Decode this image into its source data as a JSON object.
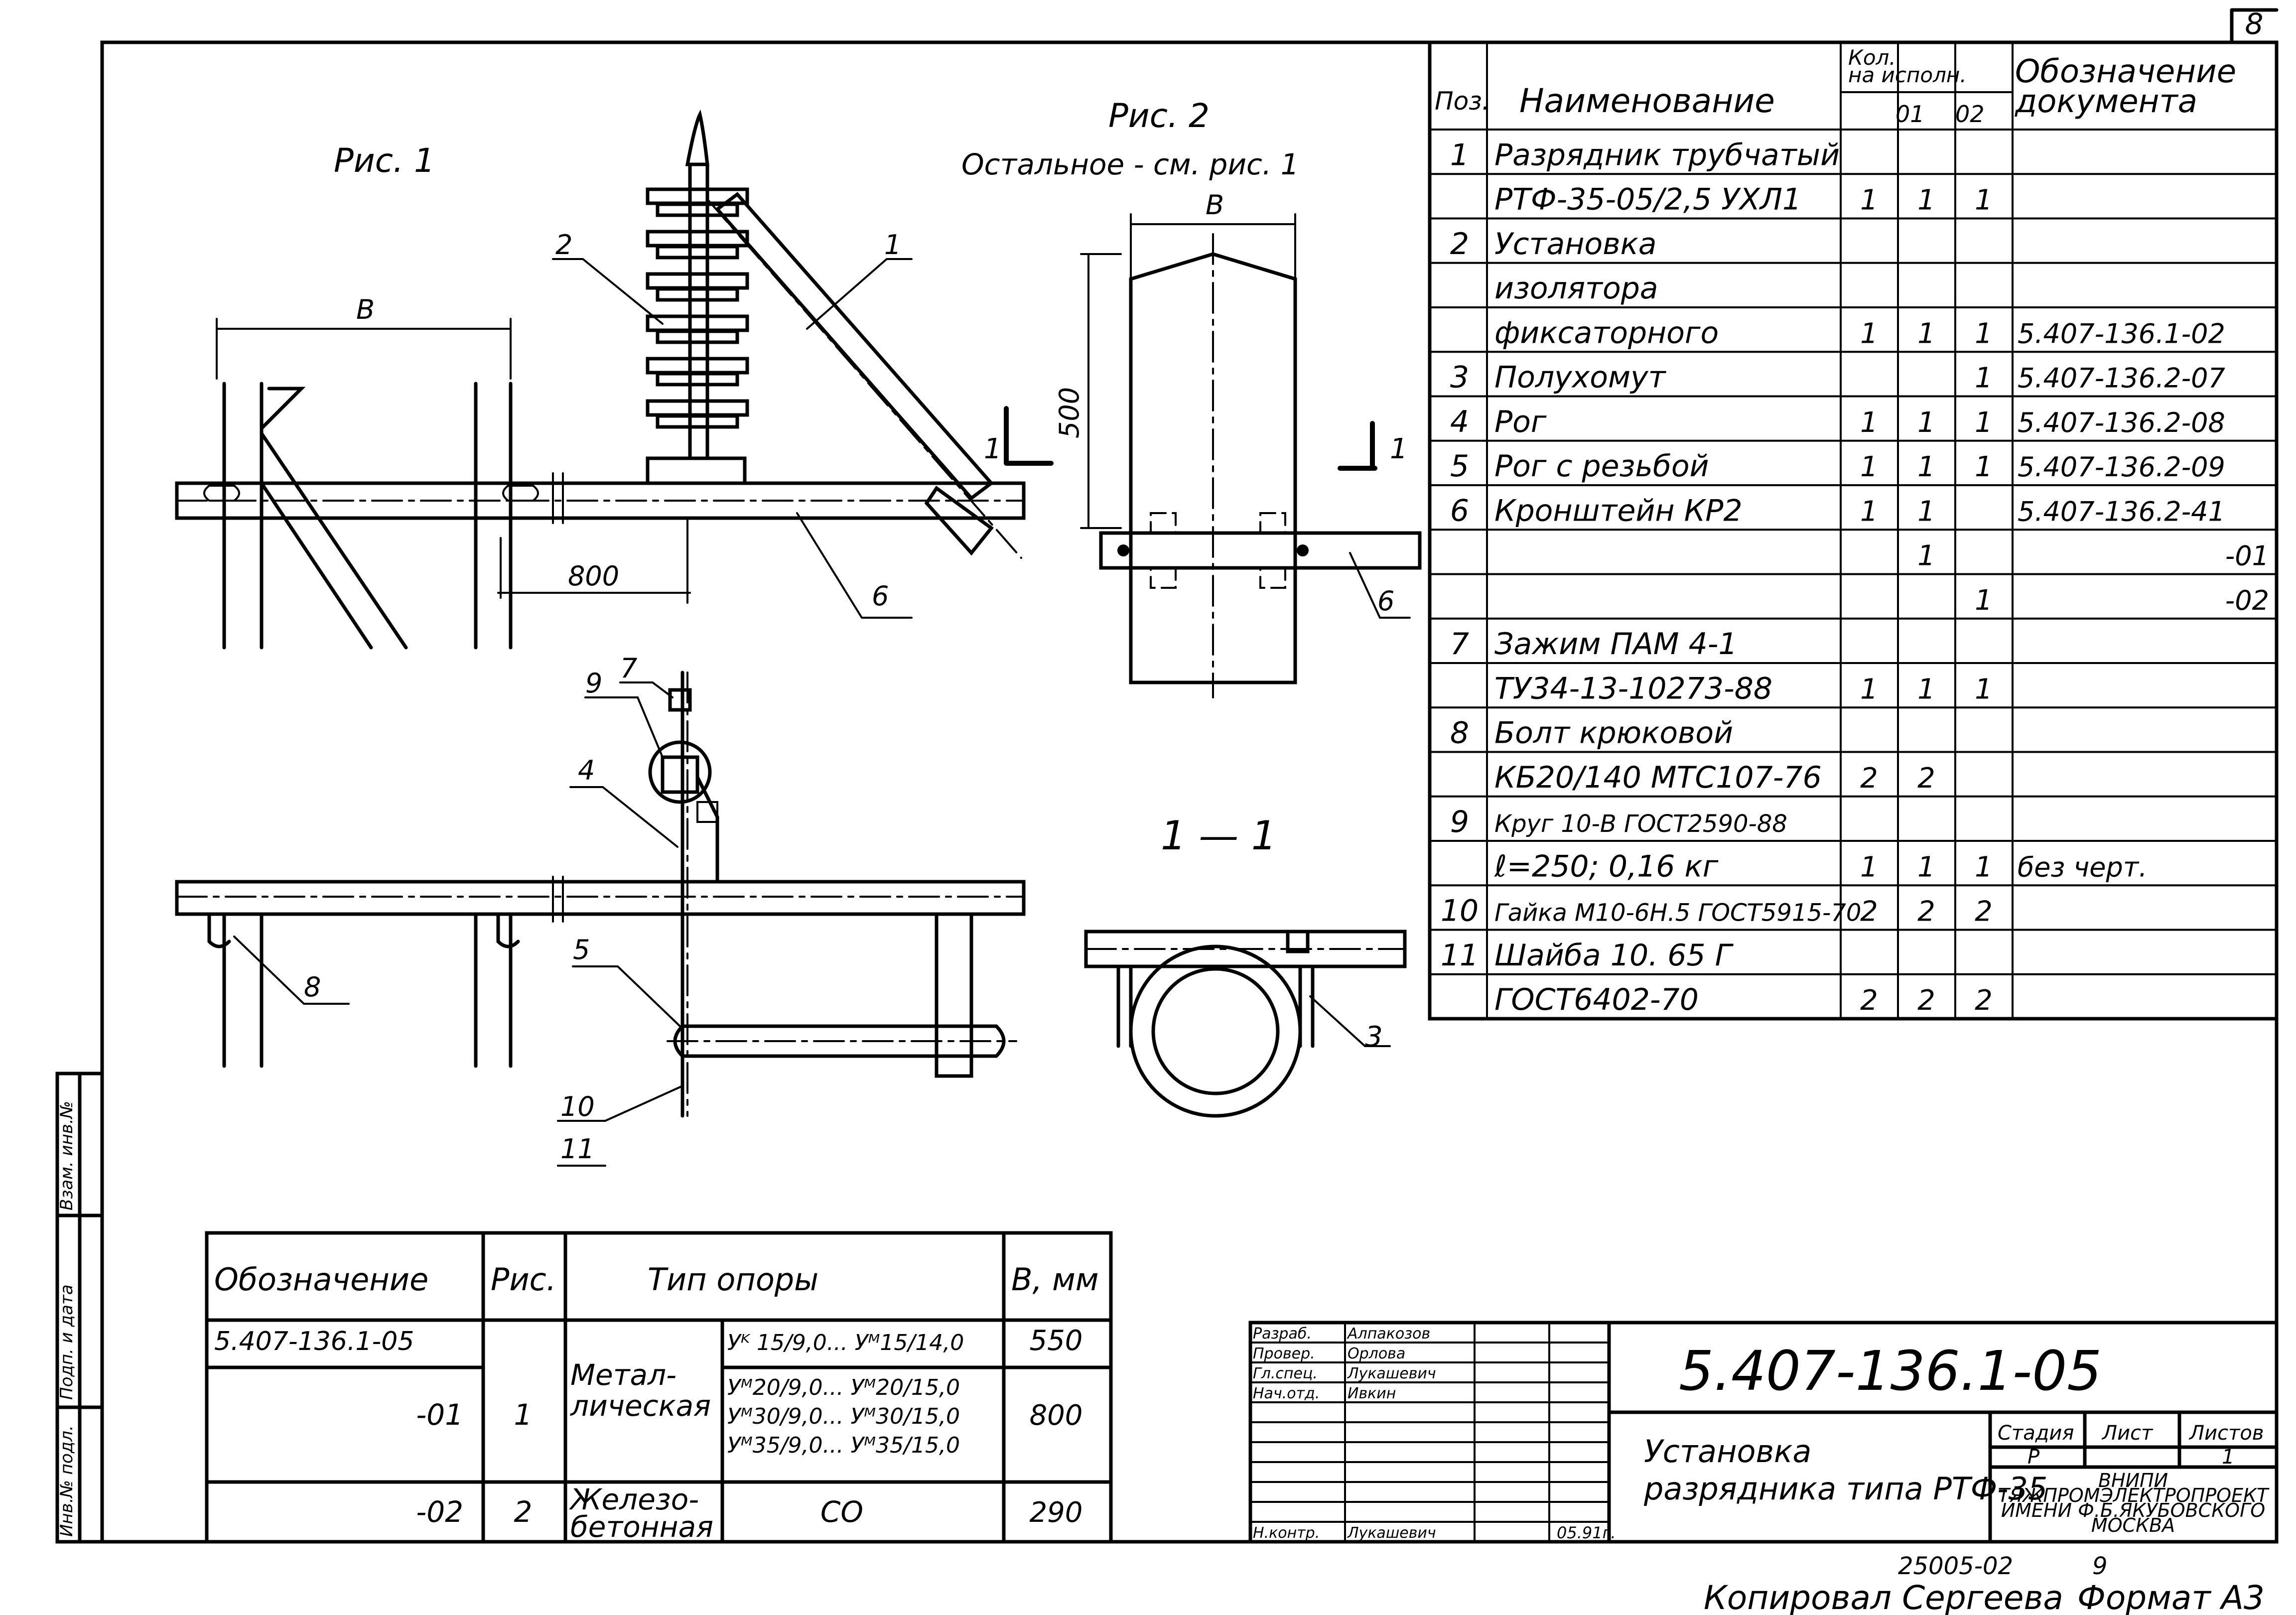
{
  "page": {
    "number": "8"
  },
  "figures": {
    "fig1_label": "Рис. 1",
    "fig2_label": "Рис. 2",
    "fig2_note": "Остальное - см. рис. 1",
    "section_label": "1 — 1",
    "dims": {
      "b": "B",
      "b2": "B",
      "d800": "800",
      "d500": "500"
    },
    "section_marks": [
      "1",
      "1",
      "1",
      "1"
    ],
    "callouts": [
      "1",
      "2",
      "6",
      "7",
      "9",
      "4",
      "5",
      "8",
      "10",
      "11",
      "3",
      "6"
    ]
  },
  "spec_table": {
    "headers": {
      "pos": "Поз.",
      "name": "Наименование",
      "qty_top": "Кол.",
      "qty_sub": "на исполн.",
      "v01": "01",
      "v02": "02",
      "doc_top": "Обозначение",
      "doc_bottom": "документа"
    },
    "rows": [
      {
        "pos": "1",
        "name": "Разрядник трубчатый",
        "q0": "",
        "q1": "",
        "q2": "",
        "doc": ""
      },
      {
        "pos": "",
        "name": "РТФ-35-05/2,5 УХЛ1",
        "q0": "1",
        "q1": "1",
        "q2": "1",
        "doc": ""
      },
      {
        "pos": "2",
        "name": "Установка",
        "q0": "",
        "q1": "",
        "q2": "",
        "doc": ""
      },
      {
        "pos": "",
        "name": "изолятора",
        "q0": "",
        "q1": "",
        "q2": "",
        "doc": ""
      },
      {
        "pos": "",
        "name": "фиксаторного",
        "q0": "1",
        "q1": "1",
        "q2": "1",
        "doc": "5.407-136.1-02"
      },
      {
        "pos": "3",
        "name": "Полухомут",
        "q0": "",
        "q1": "",
        "q2": "1",
        "doc": "5.407-136.2-07"
      },
      {
        "pos": "4",
        "name": "Рог",
        "q0": "1",
        "q1": "1",
        "q2": "1",
        "doc": "5.407-136.2-08"
      },
      {
        "pos": "5",
        "name": "Рог с резьбой",
        "q0": "1",
        "q1": "1",
        "q2": "1",
        "doc": "5.407-136.2-09"
      },
      {
        "pos": "6",
        "name": "Кронштейн КР2",
        "q0": "1",
        "q1": "1",
        "q2": "",
        "doc": "5.407-136.2-41"
      },
      {
        "pos": "",
        "name": "",
        "q0": "",
        "q1": "1",
        "q2": "",
        "doc": "-01"
      },
      {
        "pos": "",
        "name": "",
        "q0": "",
        "q1": "",
        "q2": "1",
        "doc": "-02"
      },
      {
        "pos": "7",
        "name": "Зажим ПАМ 4-1",
        "q0": "",
        "q1": "",
        "q2": "",
        "doc": ""
      },
      {
        "pos": "",
        "name": "ТУ34-13-10273-88",
        "q0": "1",
        "q1": "1",
        "q2": "1",
        "doc": ""
      },
      {
        "pos": "8",
        "name": "Болт крюковой",
        "q0": "",
        "q1": "",
        "q2": "",
        "doc": ""
      },
      {
        "pos": "",
        "name": "КБ20/140 МТС107-76",
        "q0": "2",
        "q1": "2",
        "q2": "",
        "doc": ""
      },
      {
        "pos": "9",
        "name": "Круг 10-В ГОСТ2590-88",
        "q0": "",
        "q1": "",
        "q2": "",
        "doc": ""
      },
      {
        "pos": "",
        "name": "ℓ=250; 0,16 кг",
        "q0": "1",
        "q1": "1",
        "q2": "1",
        "doc": "без черт."
      },
      {
        "pos": "10",
        "name": "Гайка М10-6Н.5 ГОСТ5915-70",
        "q0": "2",
        "q1": "2",
        "q2": "2",
        "doc": ""
      },
      {
        "pos": "11",
        "name": "Шайба 10. 65 Г",
        "q0": "",
        "q1": "",
        "q2": "",
        "doc": ""
      },
      {
        "pos": "",
        "name": "ГОСТ6402-70",
        "q0": "2",
        "q1": "2",
        "q2": "2",
        "doc": ""
      }
    ]
  },
  "variant_table": {
    "headers": {
      "designation": "Обозначение",
      "fig": "Рис.",
      "type": "Тип опоры",
      "b": "В, мм"
    },
    "rows": [
      {
        "designation": "5.407-136.1-05",
        "fig": "",
        "type_main": "",
        "type_models": "Уᴷ 15/9,0... Уᴹ15/14,0",
        "b": "550"
      },
      {
        "designation": "-01",
        "fig": "1",
        "type_main": "Метал-\nлическая",
        "type_models": "Уᴹ20/9,0... Уᴹ20/15,0\nУᴹ30/9,0... Уᴹ30/15,0\nУᴹ35/9,0... Уᴹ35/15,0",
        "b": "800"
      },
      {
        "designation": "-02",
        "fig": "2",
        "type_main": "Железо-\nбетонная",
        "type_models": "СО",
        "b": "290"
      }
    ]
  },
  "side_stamp": [
    "Взам. инв.№",
    "Подп. и дата",
    "Инв.№ подл."
  ],
  "title_block": {
    "roles": [
      "Разраб.",
      "Провер.",
      "Гл.спец.",
      "Нач.отд.",
      "",
      "",
      "Н.контр."
    ],
    "names": [
      "Алпакозов",
      "Орлова",
      "Лукашевич",
      "Ивкин",
      "",
      "",
      "Лукашевич"
    ],
    "date": "05.91г.",
    "code": "5.407-136.1-05",
    "title": "Установка\nразрядника типа РТФ-35",
    "stage_label": "Стадия",
    "sheet_label": "Лист",
    "sheets_label": "Листов",
    "stage": "Р",
    "sheets": "1",
    "org": "ВНИПИ\nТЯЖПРОМЭЛЕКТРОПРОЕКТ\nИМЕНИ Ф.Б.ЯКУБОВСКОГО\nМОСКВА"
  },
  "footer": {
    "inventory": "25005-02",
    "sheet_no": "9",
    "copied": "Копировал Сергеева",
    "format": "Формат А3"
  }
}
